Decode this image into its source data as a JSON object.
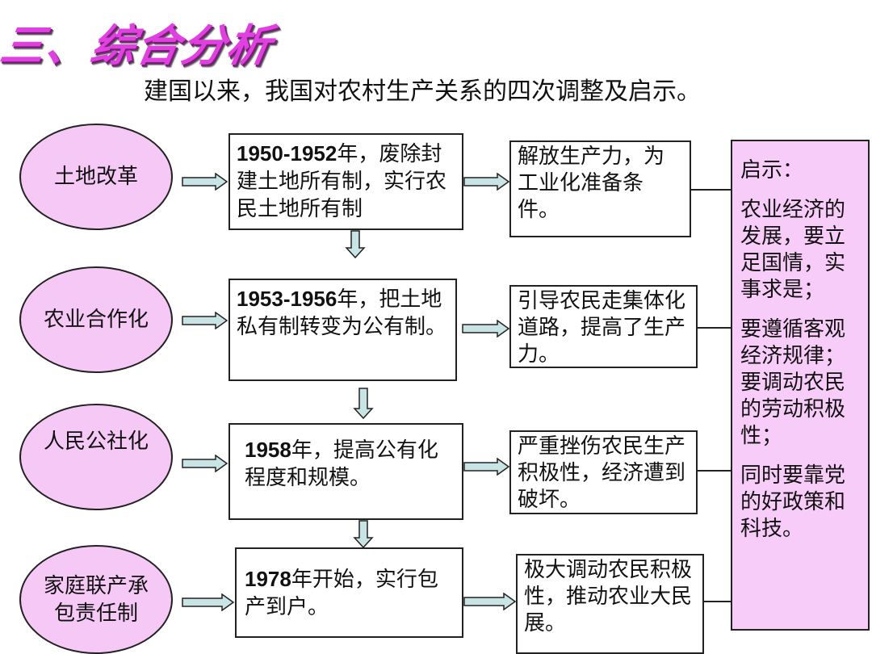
{
  "header": {
    "title": "三、综合分析",
    "subtitle": "建国以来，我国对农村生产关系的四次调整及启示。"
  },
  "colors": {
    "title": "#e040e0",
    "ellipse_fill": "#f6c8f6",
    "insight_fill": "#f8ccf8",
    "arrow_fill": "#c9e4e4",
    "border": "#222222"
  },
  "stages": [
    {
      "name_lines": [
        "土地改革"
      ],
      "years": "1950-1952",
      "detail_suffix": "年，废除封建土地所有制，实行农民土地所有制",
      "result": "解放生产力，为工业化准备条件。"
    },
    {
      "name_lines": [
        "农业合作化"
      ],
      "years": "1953-1956",
      "detail_suffix": "年，把土地私有制转变为公有制。",
      "result": "引导农民走集体化道路，提高了生产力。"
    },
    {
      "name_lines": [
        "人民公社化"
      ],
      "years": "1958",
      "detail_suffix": "年，提高公有化程度和规模。",
      "result": "严重挫伤农民生产积极性，经济遭到破坏。"
    },
    {
      "name_lines": [
        "家庭联产承",
        "包责任制"
      ],
      "years": "1978",
      "detail_suffix": "年开始，实行包产到户。",
      "result": "极大调动农民积极性，推动农业大民展。"
    }
  ],
  "insight": {
    "heading": "启示：",
    "points": [
      "农业经济的发展，要立足国情，实事求是；",
      "要遵循客观经济规律；要调动农民的劳动积极性；",
      "同时要靠党的好政策和科技。"
    ]
  }
}
